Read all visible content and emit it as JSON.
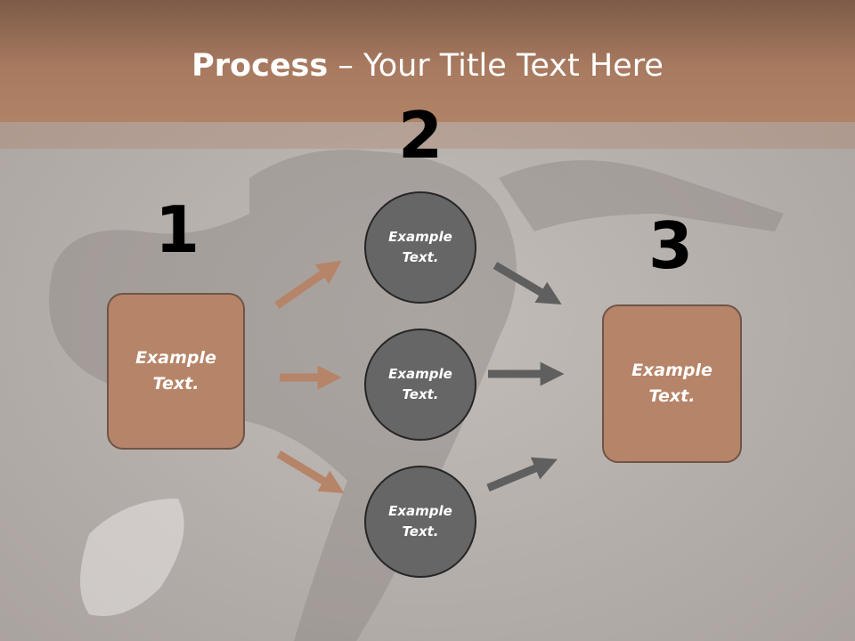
{
  "slide": {
    "title_bold": "Process",
    "title_rest": " – Your Title Text Here"
  },
  "steps": [
    "1",
    "2",
    "3"
  ],
  "left_box": {
    "text": "Example Text."
  },
  "right_box": {
    "text": "Example Text."
  },
  "circles": [
    {
      "text": "Example Text."
    },
    {
      "text": "Example Text."
    },
    {
      "text": "Example Text."
    }
  ],
  "colors": {
    "header": "#a87a60",
    "box_fill": "#b68468",
    "box_border": "#6f5548",
    "circle_fill": "#666666",
    "circle_border": "#262626",
    "arrow_brown": "#b68468",
    "arrow_gray": "#5f5f5f"
  }
}
